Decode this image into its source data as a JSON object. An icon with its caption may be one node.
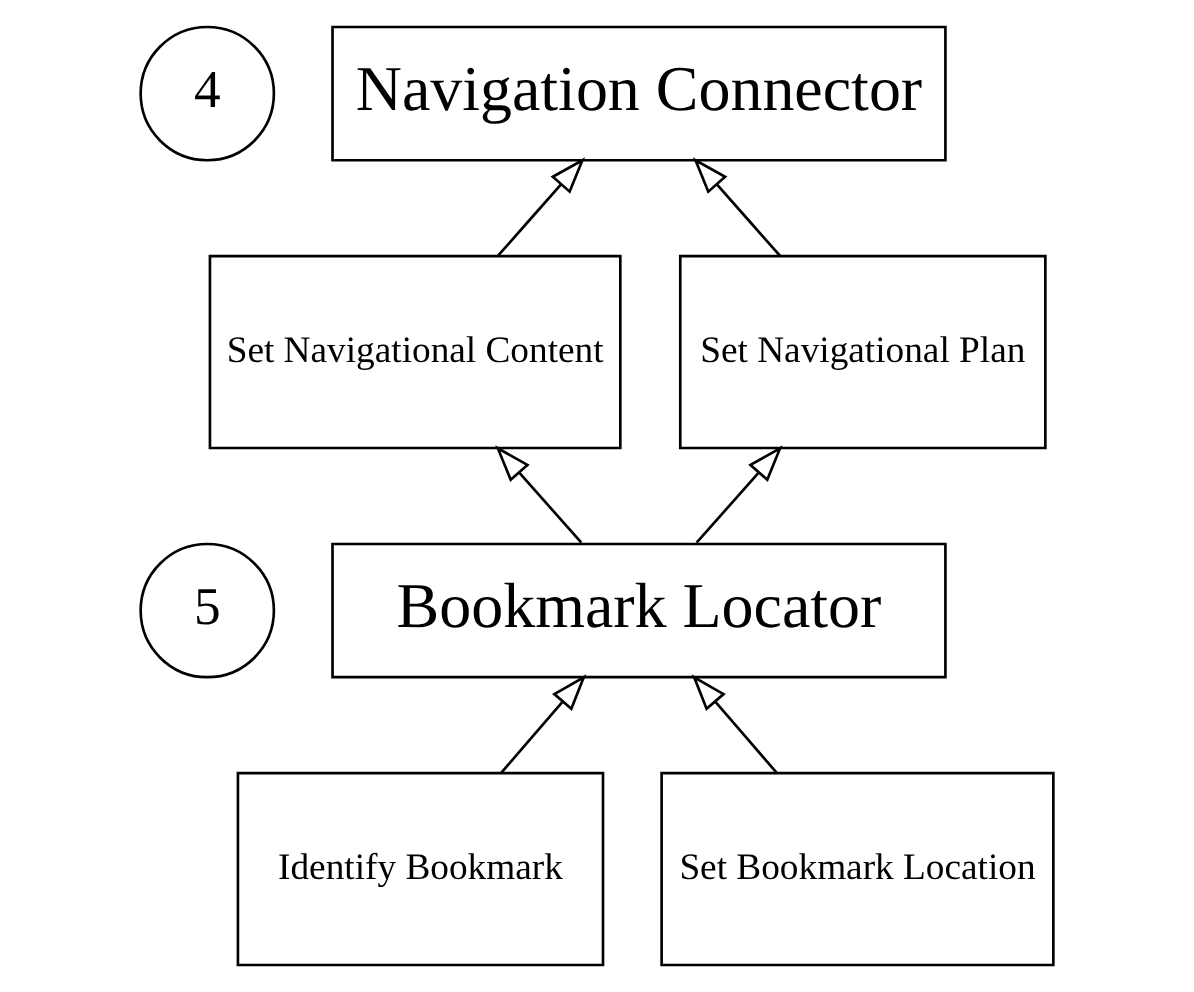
{
  "diagram": {
    "nodes": [
      {
        "text": [
          "Navigation Connector"
        ]
      },
      {
        "text": [
          "4"
        ]
      },
      {
        "text": [
          "Set Navigational Content"
        ]
      },
      {
        "text": [
          "Set Navigational Plan"
        ]
      },
      {
        "text": [
          "Bookmark Locator"
        ]
      },
      {
        "text": [
          "5"
        ]
      },
      {
        "text": [
          "Identify Bookmark"
        ]
      },
      {
        "text": [
          "Set Bookmark Location"
        ]
      }
    ],
    "edges": [
      {
        "from": 2,
        "to": 0,
        "arrow": "to"
      },
      {
        "from": 3,
        "to": 0,
        "arrow": "to"
      },
      {
        "from": 4,
        "to": 2,
        "arrow": "to"
      },
      {
        "from": 4,
        "to": 3,
        "arrow": "to"
      },
      {
        "from": 6,
        "to": 4,
        "arrow": "to"
      },
      {
        "from": 7,
        "to": 4,
        "arrow": "to"
      }
    ]
  }
}
